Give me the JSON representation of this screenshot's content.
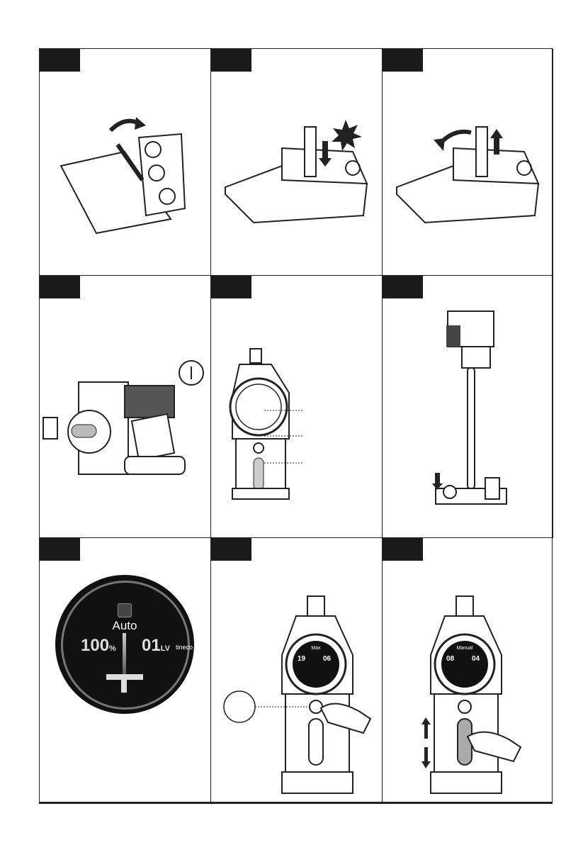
{
  "panels": [
    {
      "id": 1,
      "illustration": "stand-pole-fold-up"
    },
    {
      "id": 2,
      "illustration": "stand-pole-click-in"
    },
    {
      "id": 3,
      "illustration": "stand-pole-release"
    },
    {
      "id": 4,
      "illustration": "power-button-press"
    },
    {
      "id": 5,
      "illustration": "handheld-callouts"
    },
    {
      "id": 6,
      "illustration": "vacuum-on-stand"
    },
    {
      "id": 7,
      "illustration": "display-screen"
    },
    {
      "id": 8,
      "illustration": "mode-button-press"
    },
    {
      "id": 9,
      "illustration": "suction-slider"
    }
  ],
  "display": {
    "mode": "Auto",
    "battery": "100",
    "battery_unit": "%",
    "level": "01",
    "level_unit": "LV",
    "brand": "tineco"
  },
  "display_max": {
    "mode": "Max",
    "left": "19",
    "right": "06"
  },
  "display_manual": {
    "mode": "Manual",
    "left": "08",
    "right": "04"
  },
  "colors": {
    "ink": "#1a1a1a",
    "screen": "#111111",
    "ring": "#777777"
  }
}
